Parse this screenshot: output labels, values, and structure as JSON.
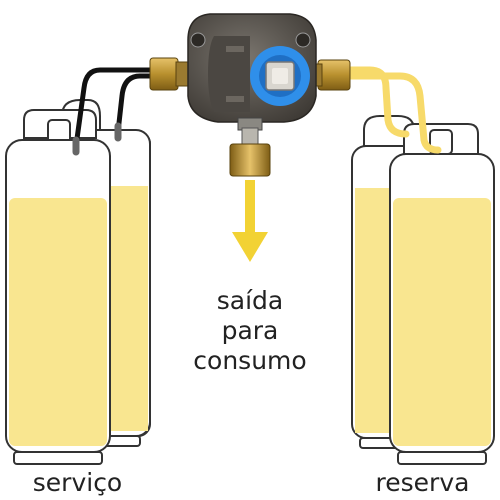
{
  "labels": {
    "outlet_line1": "saída",
    "outlet_line2": "para",
    "outlet_line3": "consumo",
    "service": "serviço",
    "reserve": "reserva"
  },
  "colors": {
    "gas_fill": "#F9E690",
    "tank_outline": "#333333",
    "hose_service": "#111111",
    "hose_reserve": "#F7DA6A",
    "brass": "#B8902E",
    "regulator_body": "#595550",
    "knob_ring": "#2F8FEA",
    "arrow": "#F2D234"
  },
  "icons": {
    "regulator": "changeover-regulator-icon",
    "knob": "selector-knob-icon",
    "arrow": "flow-arrow-down-icon"
  }
}
